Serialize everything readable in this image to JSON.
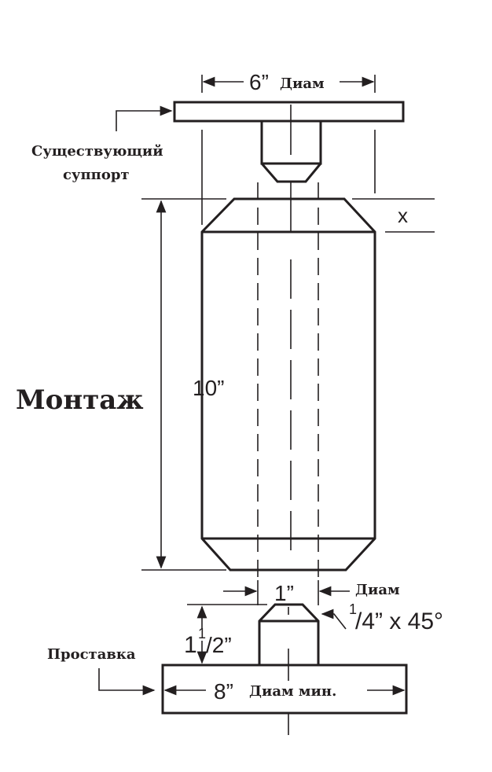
{
  "top_dim": {
    "value": "6”",
    "unit": "Диам"
  },
  "support_label": {
    "line1": "Существующий",
    "line2": "суппорт"
  },
  "chamfer_dim": "x",
  "mount_label": "Монтаж",
  "height_dim": "10”",
  "pin_dim": {
    "value": "1”",
    "unit": "Диам"
  },
  "pin_height": {
    "whole": "1",
    "frac_num": "1",
    "frac_den": "/2”"
  },
  "chamfer_note": {
    "num": "1",
    "rest": "/4” x 45°"
  },
  "spacer_label": "Проставка",
  "base_dim": {
    "value": "8”",
    "unit": "Диам мин."
  }
}
